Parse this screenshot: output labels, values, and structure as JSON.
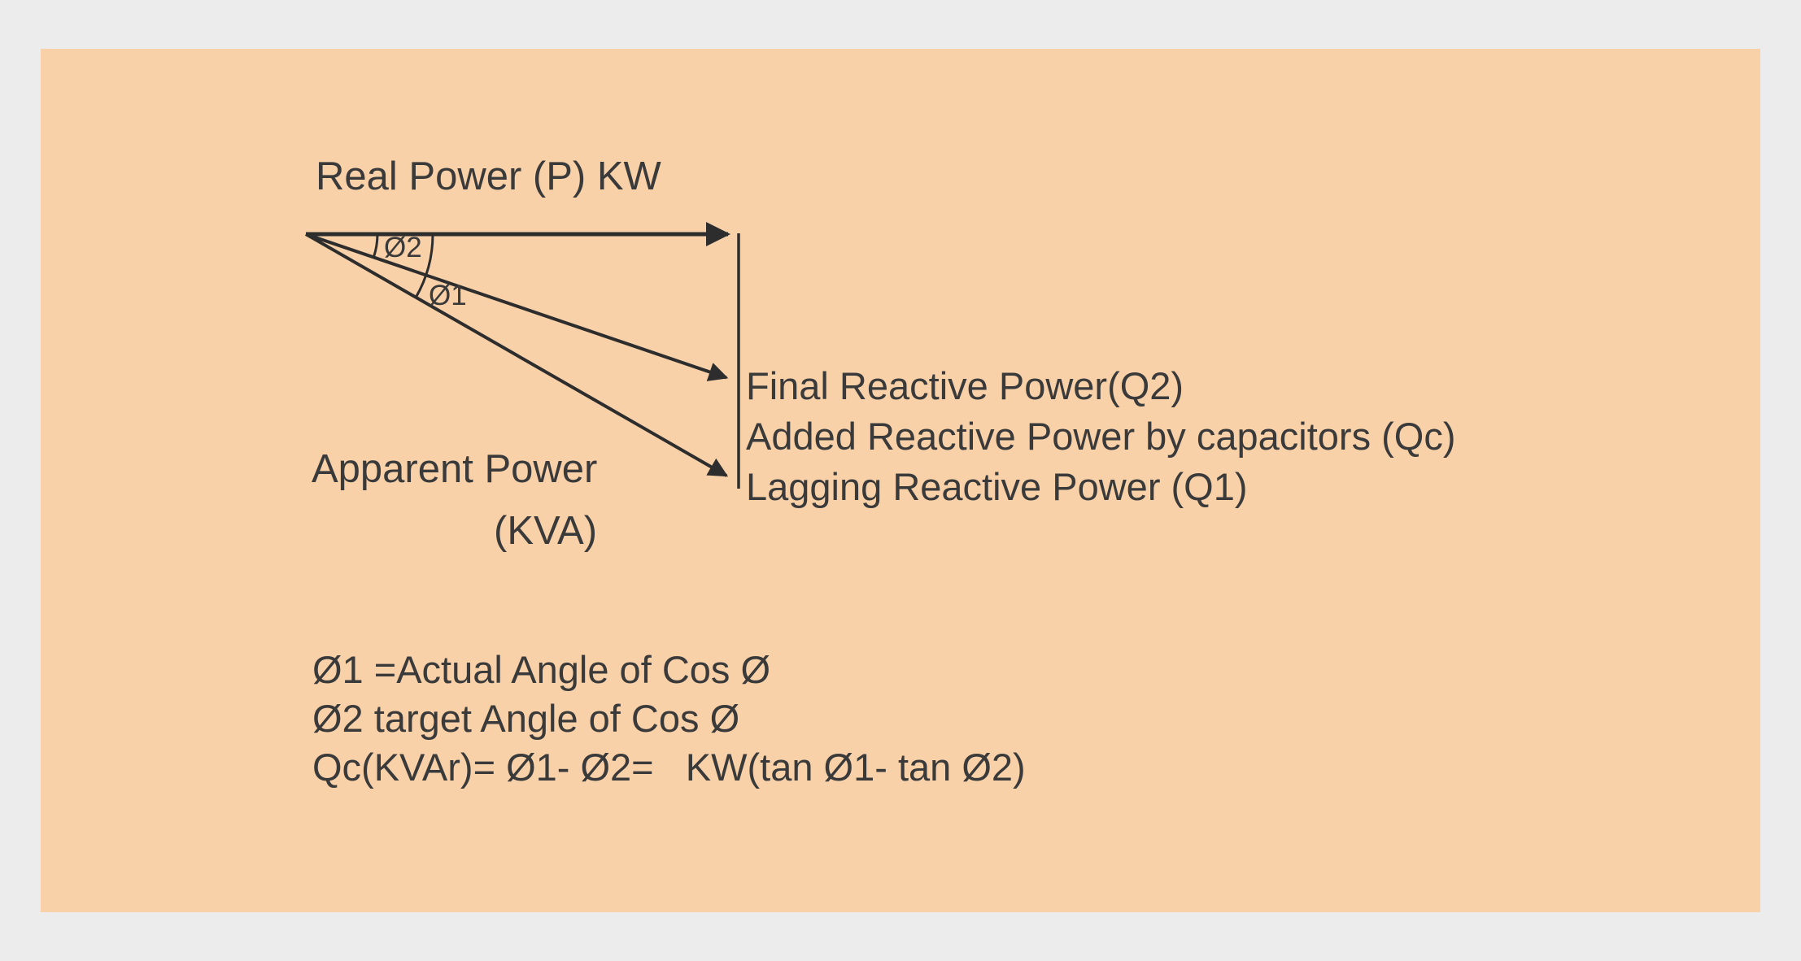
{
  "colors": {
    "canvas_bg": "#ebeceb",
    "panel_bg": "#f8d1a9",
    "line_color": "#2d2d2d",
    "text_color": "#3a3a3a"
  },
  "diagram": {
    "title": "Real Power (P) KW",
    "angle2_label": "Ø2",
    "angle1_label": "Ø1",
    "apparent_power_line1": "Apparent Power",
    "apparent_power_line2": "(KVA)",
    "reactive_labels": {
      "final": "Final Reactive Power(Q2)",
      "added": "Added Reactive Power by capacitors (Qc)",
      "lagging": "Lagging Reactive Power (Q1)"
    },
    "formulas": [
      "Ø1 =Actual Angle of Cos Ø",
      "Ø2 target Angle of Cos Ø",
      "Qc(KVAr)= Ø1- Ø2=   KW(tan Ø1- tan Ø2)"
    ]
  }
}
